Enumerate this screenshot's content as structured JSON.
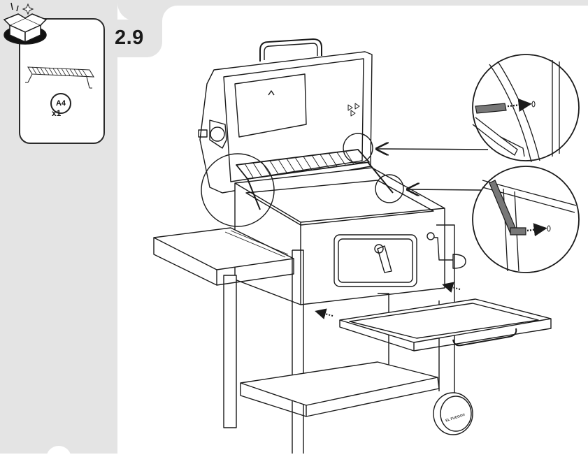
{
  "step": {
    "number": "2.9"
  },
  "parts": [
    {
      "ref": "A4",
      "quantity": "x1"
    }
  ],
  "wheel_brand": "EL FUEGO®",
  "colors": {
    "panel_gray": "#e4e4e4",
    "line": "#1a1a1a"
  },
  "icons": [
    "open-box-icon",
    "dotted-arrow-icon",
    "magnifier-callout"
  ]
}
